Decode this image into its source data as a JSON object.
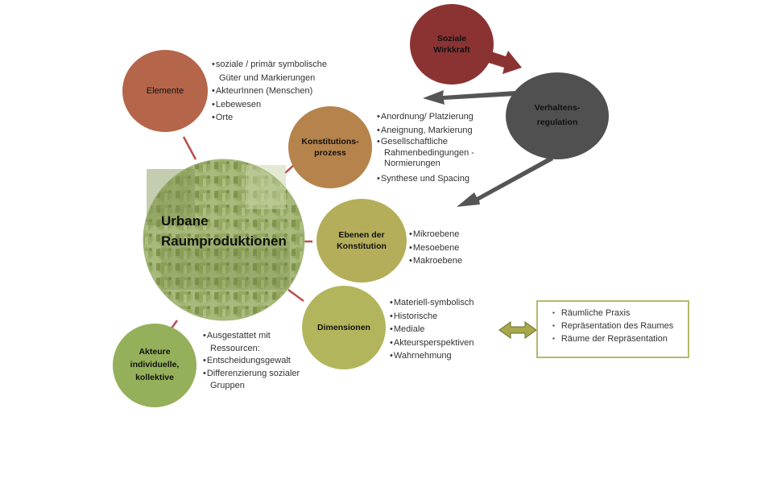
{
  "center": {
    "title_line1": "Urbane",
    "title_line2": "Raumproduktionen"
  },
  "nodes": {
    "elemente": {
      "label": "Elemente",
      "color": "#b5654a",
      "items": [
        [
          "soziale / primär symbolische",
          "Güter und Markierungen"
        ],
        [
          "AkteurInnen (Menschen)"
        ],
        [
          "Lebewesen"
        ],
        [
          "Orte"
        ]
      ]
    },
    "konstitutionsprozess": {
      "label": "Konstitutions-\nprozess",
      "color": "#b6834c",
      "items": [
        [
          "Anordnung/ Platzierung"
        ],
        [
          "Aneignung,  Markierung"
        ],
        [
          "Gesellschaftliche",
          "Rahmenbedingungen -",
          "Normierungen"
        ],
        [
          "Synthese und Spacing"
        ]
      ]
    },
    "ebenen": {
      "label": "Ebenen der\nKonstitution",
      "color": "#b4ae5a",
      "items": [
        [
          "Mikroebene"
        ],
        [
          "Mesoebene"
        ],
        [
          "Makroebene"
        ]
      ]
    },
    "dimensionen": {
      "label": "Dimensionen",
      "color": "#b3b55c",
      "items": [
        [
          "Materiell-symbolisch"
        ],
        [
          "Historische"
        ],
        [
          "Mediale"
        ],
        [
          "Akteursperspektiven"
        ],
        [
          "Wahrnehmung"
        ]
      ]
    },
    "akteure": {
      "label": "Akteure\nindividuelle,\nkollektive",
      "color": "#95b05a",
      "items": [
        [
          "Ausgestattet mit",
          "Ressourcen:"
        ],
        [
          "Entscheidungsgewalt"
        ],
        [
          "Differenzierung sozialer",
          "Gruppen"
        ]
      ]
    },
    "soziale_wirkkraft": {
      "label": "Soziale\nWirkkraft",
      "color": "#8b3333"
    },
    "verhaltensregulation": {
      "label": "Verhaltens-\nregulation",
      "color": "#505050"
    }
  },
  "representation_box": {
    "items": [
      "Räumliche Praxis",
      "Repräsentation des Raumes",
      "Räume der Repräsentation"
    ],
    "border_color": "#b6b86a",
    "arrow_color": "#a7a94c"
  },
  "connector_color": "#b84e4e",
  "arrow_color": "#555555"
}
